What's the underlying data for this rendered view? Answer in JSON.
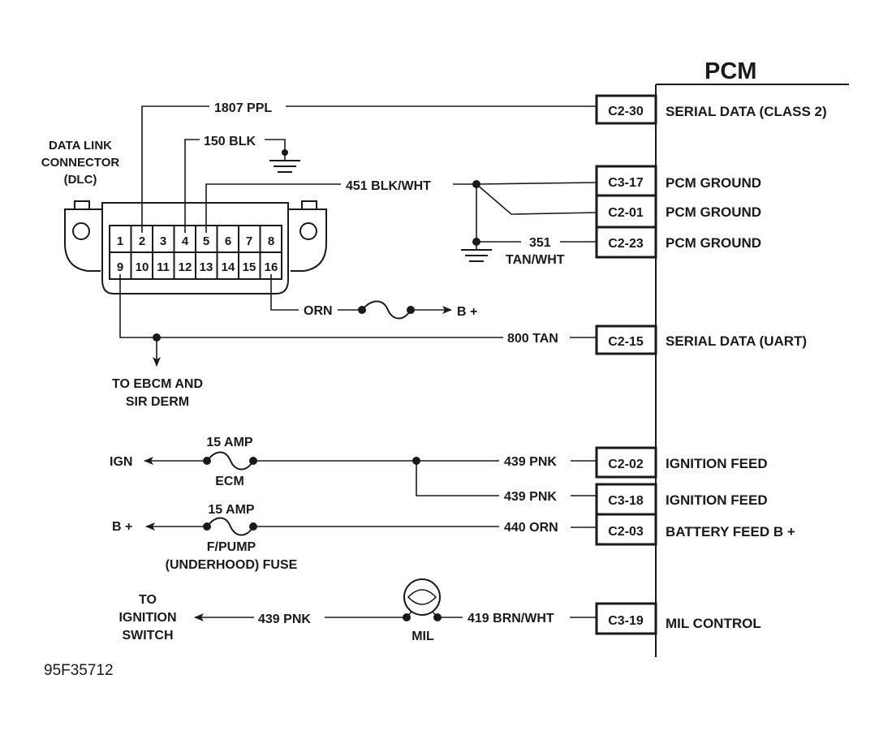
{
  "pcm": {
    "title": "PCM",
    "rows": [
      {
        "pin": "C2-30",
        "function": "SERIAL DATA (CLASS 2)"
      },
      {
        "pin": "C3-17",
        "function": "PCM GROUND"
      },
      {
        "pin": "C2-01",
        "function": "PCM GROUND"
      },
      {
        "pin": "C2-23",
        "function": "PCM GROUND"
      },
      {
        "pin": "C2-15",
        "function": "SERIAL DATA (UART)"
      },
      {
        "pin": "C2-02",
        "function": "IGNITION FEED"
      },
      {
        "pin": "C3-18",
        "function": "IGNITION FEED"
      },
      {
        "pin": "C2-03",
        "function": "BATTERY FEED B +"
      },
      {
        "pin": "C3-19",
        "function": "MIL CONTROL"
      }
    ]
  },
  "dlc": {
    "label_lines": [
      "DATA LINK",
      "CONNECTOR",
      "(DLC)"
    ],
    "pins_top": [
      "1",
      "2",
      "3",
      "4",
      "5",
      "6",
      "7",
      "8"
    ],
    "pins_bottom": [
      "9",
      "10",
      "11",
      "12",
      "13",
      "14",
      "15",
      "16"
    ]
  },
  "wires": {
    "w1807": "1807 PPL",
    "w150": "150 BLK",
    "w451": "451 BLK/WHT",
    "w351": "351",
    "w351b": "TAN/WHT",
    "orn": "ORN",
    "bplus_dlc": "B +",
    "w800": "800 TAN",
    "w439a": "439 PNK",
    "w439b": "439 PNK",
    "w440": "440 ORN",
    "w439c": "439 PNK",
    "w419": "419 BRN/WHT"
  },
  "labels": {
    "ebcm_lines": [
      "TO EBCM AND",
      "SIR DERM"
    ],
    "ign": "IGN",
    "fuse1_amp": "15 AMP",
    "fuse1_name": "ECM",
    "bplus": "B +",
    "fuse2_amp": "15 AMP",
    "fuse2_name_lines": [
      "F/PUMP",
      "(UNDERHOOD) FUSE"
    ],
    "ignsw_lines": [
      "TO",
      "IGNITION",
      "SWITCH"
    ],
    "mil": "MIL",
    "figure_id": "95F35712"
  }
}
